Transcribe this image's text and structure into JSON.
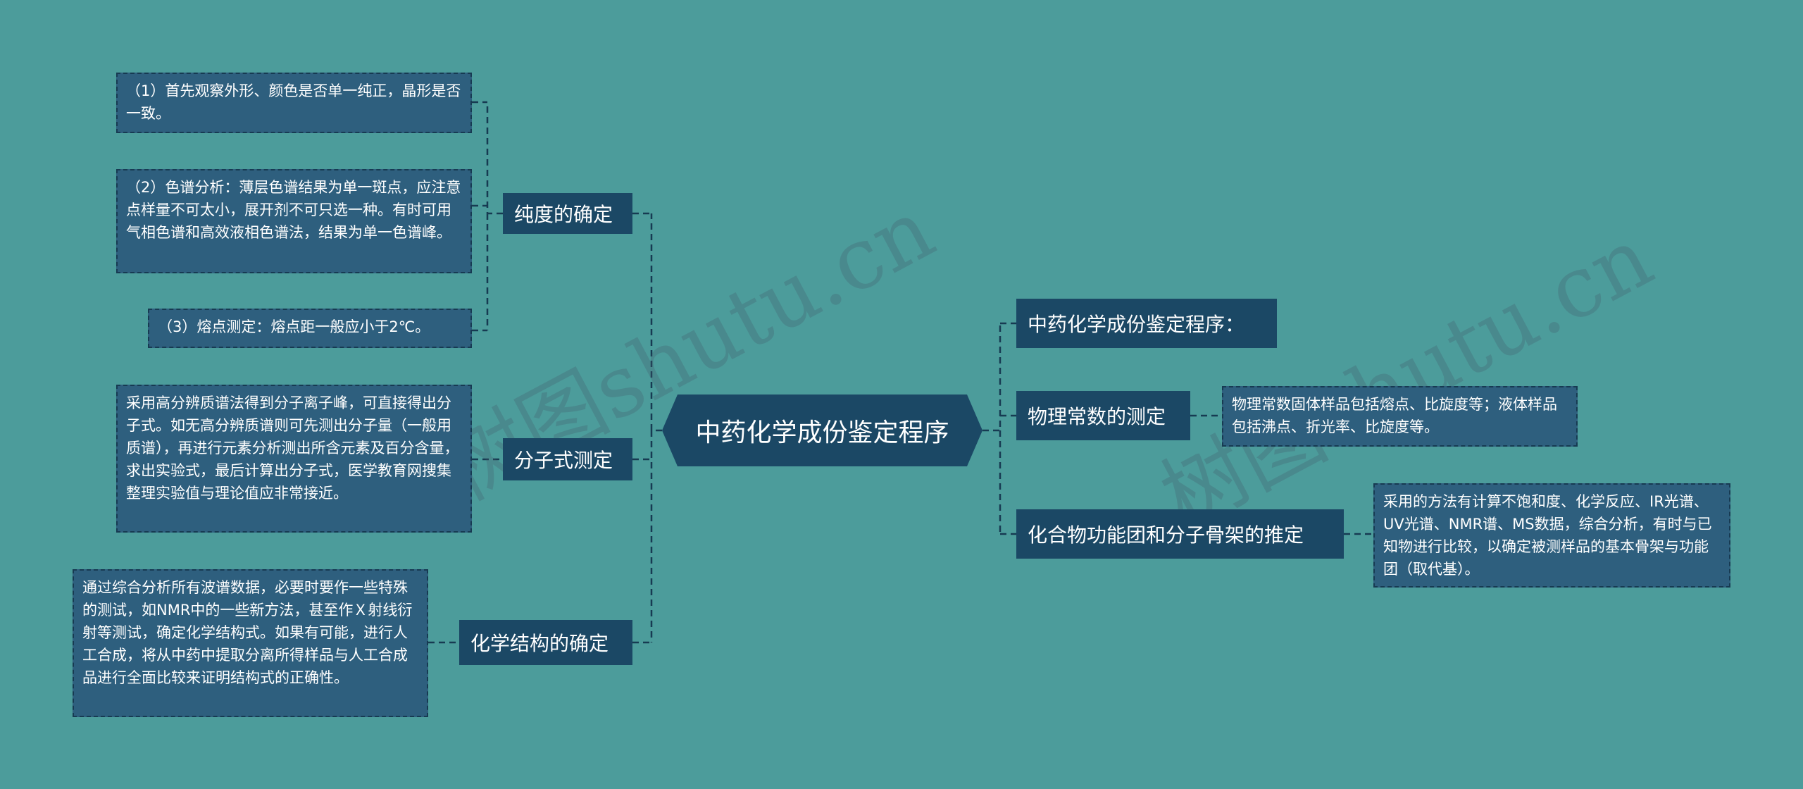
{
  "center": {
    "label": "中药化学成份鉴定程序"
  },
  "left_branches": [
    {
      "label": "纯度的确定",
      "leaves": [
        "（1）首先观察外形、颜色是否单一纯正，晶形是否一致。",
        "（2）色谱分析：薄层色谱结果为单一斑点，应注意点样量不可太小，展开剂不可只选一种。有时可用气相色谱和高效液相色谱法，结果为单一色谱峰。",
        "（3）熔点测定：熔点距一般应小于2℃。"
      ]
    },
    {
      "label": "分子式测定",
      "leaves": [
        "采用高分辨质谱法得到分子离子峰，可直接得出分子式。如无高分辨质谱则可先测出分子量（一般用质谱），再进行元素分析测出所含元素及百分含量，求出实验式，最后计算出分子式，医学教育网搜集整理实验值与理论值应非常接近。"
      ]
    },
    {
      "label": "化学结构的确定",
      "leaves": [
        "通过综合分析所有波谱数据，必要时要作一些特殊的测试，如NMR中的一些新方法，甚至作Ｘ射线衍射等测试，确定化学结构式。如果有可能，进行人工合成，将从中药中提取分离所得样品与人工合成品进行全面比较来证明结构式的正确性。"
      ]
    }
  ],
  "right_branches": [
    {
      "label": "中药化学成份鉴定程序：",
      "leaves": []
    },
    {
      "label": "物理常数的测定",
      "leaves": [
        "物理常数固体样品包括熔点、比旋度等；液体样品包括沸点、折光率、比旋度等。"
      ]
    },
    {
      "label": "化合物功能团和分子骨架的推定",
      "leaves": [
        "采用的方法有计算不饱和度、化学反应、IR光谱、UV光谱、NMR谱、MS数据，综合分析，有时与已知物进行比较，以确定被测样品的基本骨架与功能团（取代基）。"
      ]
    }
  ],
  "watermarks": [
    "树图shutu.cn",
    "树图shutu.cn"
  ],
  "colors": {
    "background": "#4c9c9b",
    "node": "#1b4865",
    "leaf": "#2e5f7e",
    "connector": "#173a52"
  }
}
